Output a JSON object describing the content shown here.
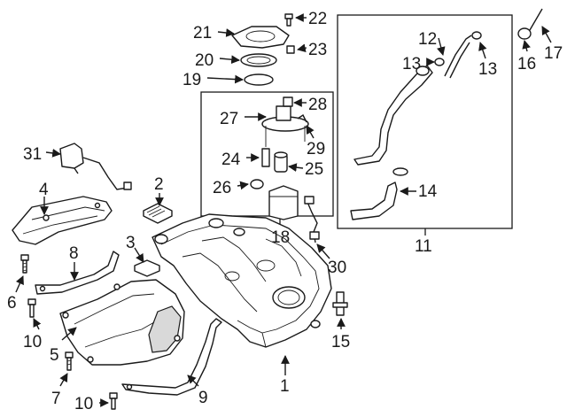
{
  "diagram": {
    "background": "#ffffff",
    "ink": "#1a1a1a",
    "callouts": {
      "c1": "1",
      "c2": "2",
      "c3": "3",
      "c4": "4",
      "c5": "5",
      "c6": "6",
      "c7": "7",
      "c8": "8",
      "c9": "9",
      "c10a": "10",
      "c10b": "10",
      "c11": "11",
      "c12": "12",
      "c13a": "13",
      "c13b": "13",
      "c14": "14",
      "c15": "15",
      "c16": "16",
      "c17": "17",
      "c18": "18",
      "c19": "19",
      "c20": "20",
      "c21": "21",
      "c22": "22",
      "c23": "23",
      "c24": "24",
      "c25": "25",
      "c26": "26",
      "c27": "27",
      "c28": "28",
      "c29": "29",
      "c30": "30",
      "c31": "31"
    }
  }
}
